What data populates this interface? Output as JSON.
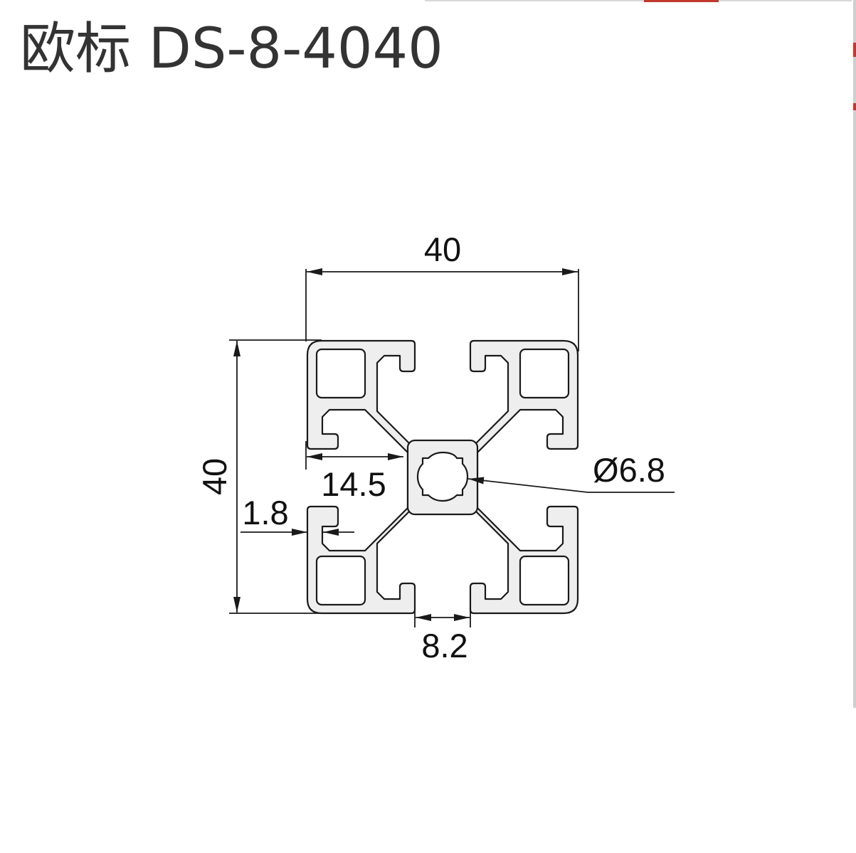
{
  "title": "欧标 DS-8-4040",
  "dimensions": {
    "width": "40",
    "height": "40",
    "span": "14.5",
    "wall": "1.8",
    "bore": "Ø6.8",
    "slot": "8.2"
  },
  "colors": {
    "profile_fill": "#eeeeee",
    "line": "#1a1a1a",
    "title": "#333333"
  }
}
